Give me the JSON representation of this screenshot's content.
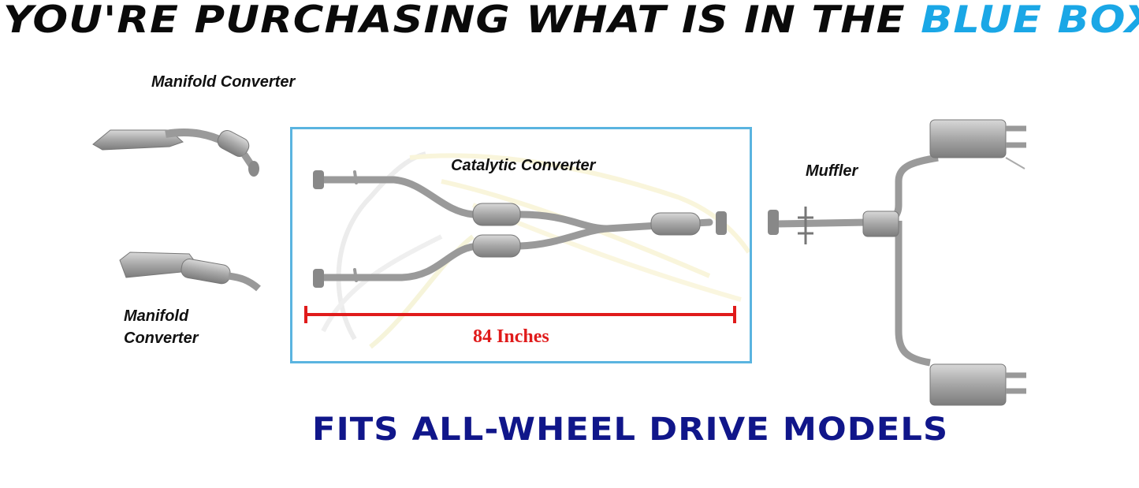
{
  "headline": {
    "text": "YOU'RE PURCHASING WHAT IS IN THE ",
    "accent": "BLUE BOX",
    "accent_color": "#1aa7e6"
  },
  "labels": {
    "manifold_top": "Manifold Converter",
    "manifold_bottom": "Manifold Converter",
    "catalytic": "Catalytic Converter",
    "muffler": "Muffler"
  },
  "measurement": {
    "text": "84 Inches",
    "color": "#e01b1b"
  },
  "footer": {
    "text": "FITS ALL-WHEEL DRIVE MODELS",
    "color": "#10168a"
  },
  "colors": {
    "box_border": "#5ab4e0",
    "part_metal": "#9a9a9a"
  }
}
